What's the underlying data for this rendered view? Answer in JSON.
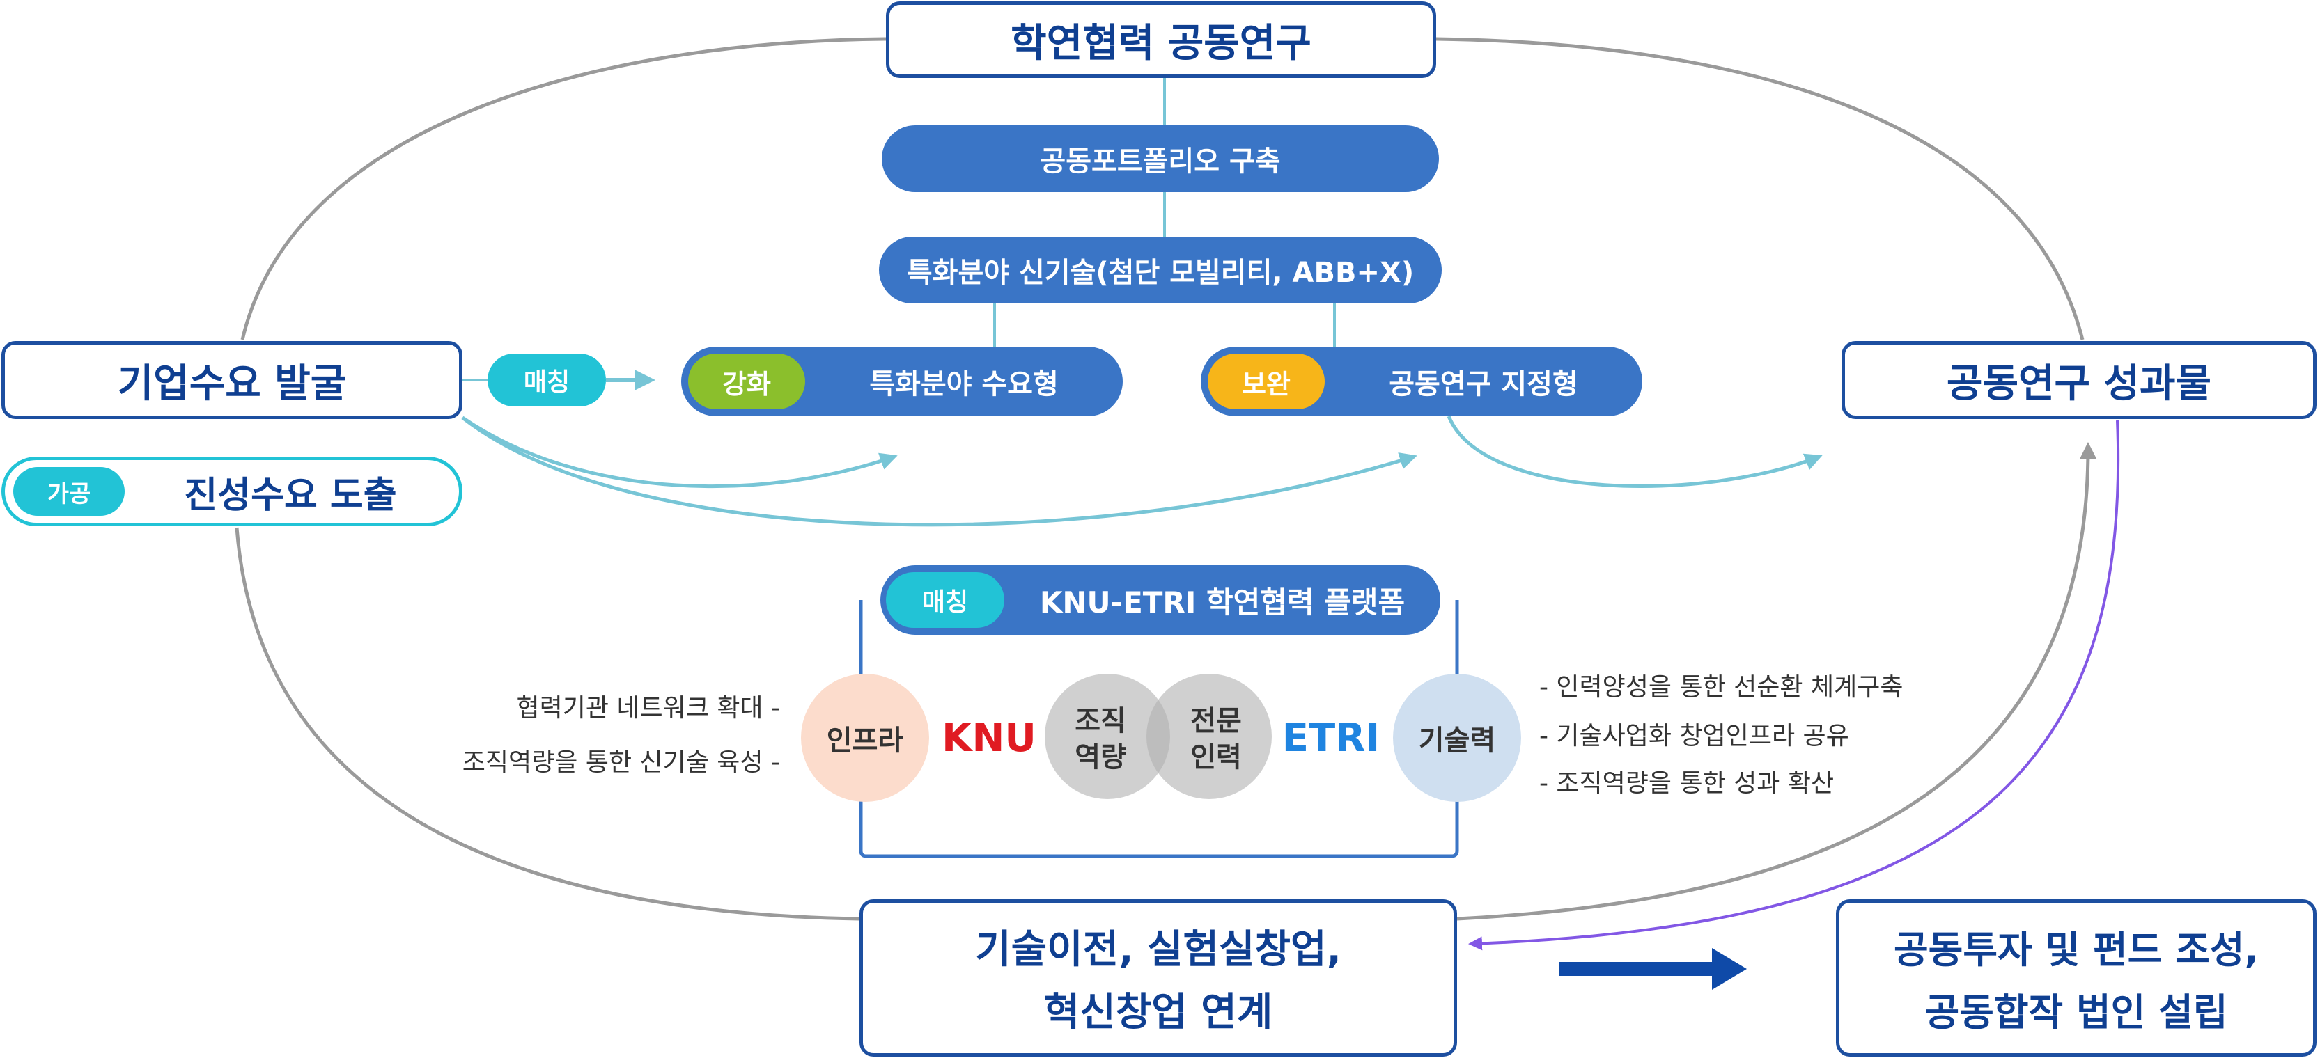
{
  "diagram": {
    "top_box": "학연협력 공동연구",
    "left_box": "기업수요 발굴",
    "right_box": "공동연구 성과물",
    "left_sub": {
      "tag": "가공",
      "label": "진성수요 도출"
    },
    "portfolio": "공동포트폴리오 구축",
    "specialized": "특화분야 신기술(첨단 모빌리티, ABB+X)",
    "match_tag": "매칭",
    "reinforce": {
      "tag": "강화",
      "label": "특화분야 수요형"
    },
    "supplement": {
      "tag": "보완",
      "label": "공동연구 지정형"
    },
    "platform": {
      "tag": "매칭",
      "title": "KNU-ETRI 학연협력 플랫폼",
      "infra": "인프라",
      "knu": "KNU",
      "org_line1": "조직",
      "org_line2": "역량",
      "expert_line1": "전문",
      "expert_line2": "인력",
      "etri": "ETRI",
      "tech": "기술력",
      "left_notes": [
        "협력기관 네트워크 확대 -",
        "조직역량을 통한 신기술 육성 -"
      ],
      "right_notes": [
        "- 인력양성을 통한 선순환 체계구축",
        "- 기술사업화 창업인프라 공유",
        "- 조직역량을 통한 성과 확산"
      ]
    },
    "bottom_center_line1": "기술이전, 실험실창업,",
    "bottom_center_line2": "혁신창업 연계",
    "bottom_right_line1": "공동투자 및 펀드 조성,",
    "bottom_right_line2": "공동합작 법인 설립",
    "colors": {
      "navy": "#1d4fa0",
      "blue_pill": "#3a75c6",
      "teal": "#22c3d6",
      "green": "#8bbf2c",
      "yellow": "#f7b519",
      "knu_red": "#e01b22",
      "etri_blue": "#1f84e0",
      "purple": "#8257e5",
      "gray_line": "#9a9a9a"
    }
  }
}
